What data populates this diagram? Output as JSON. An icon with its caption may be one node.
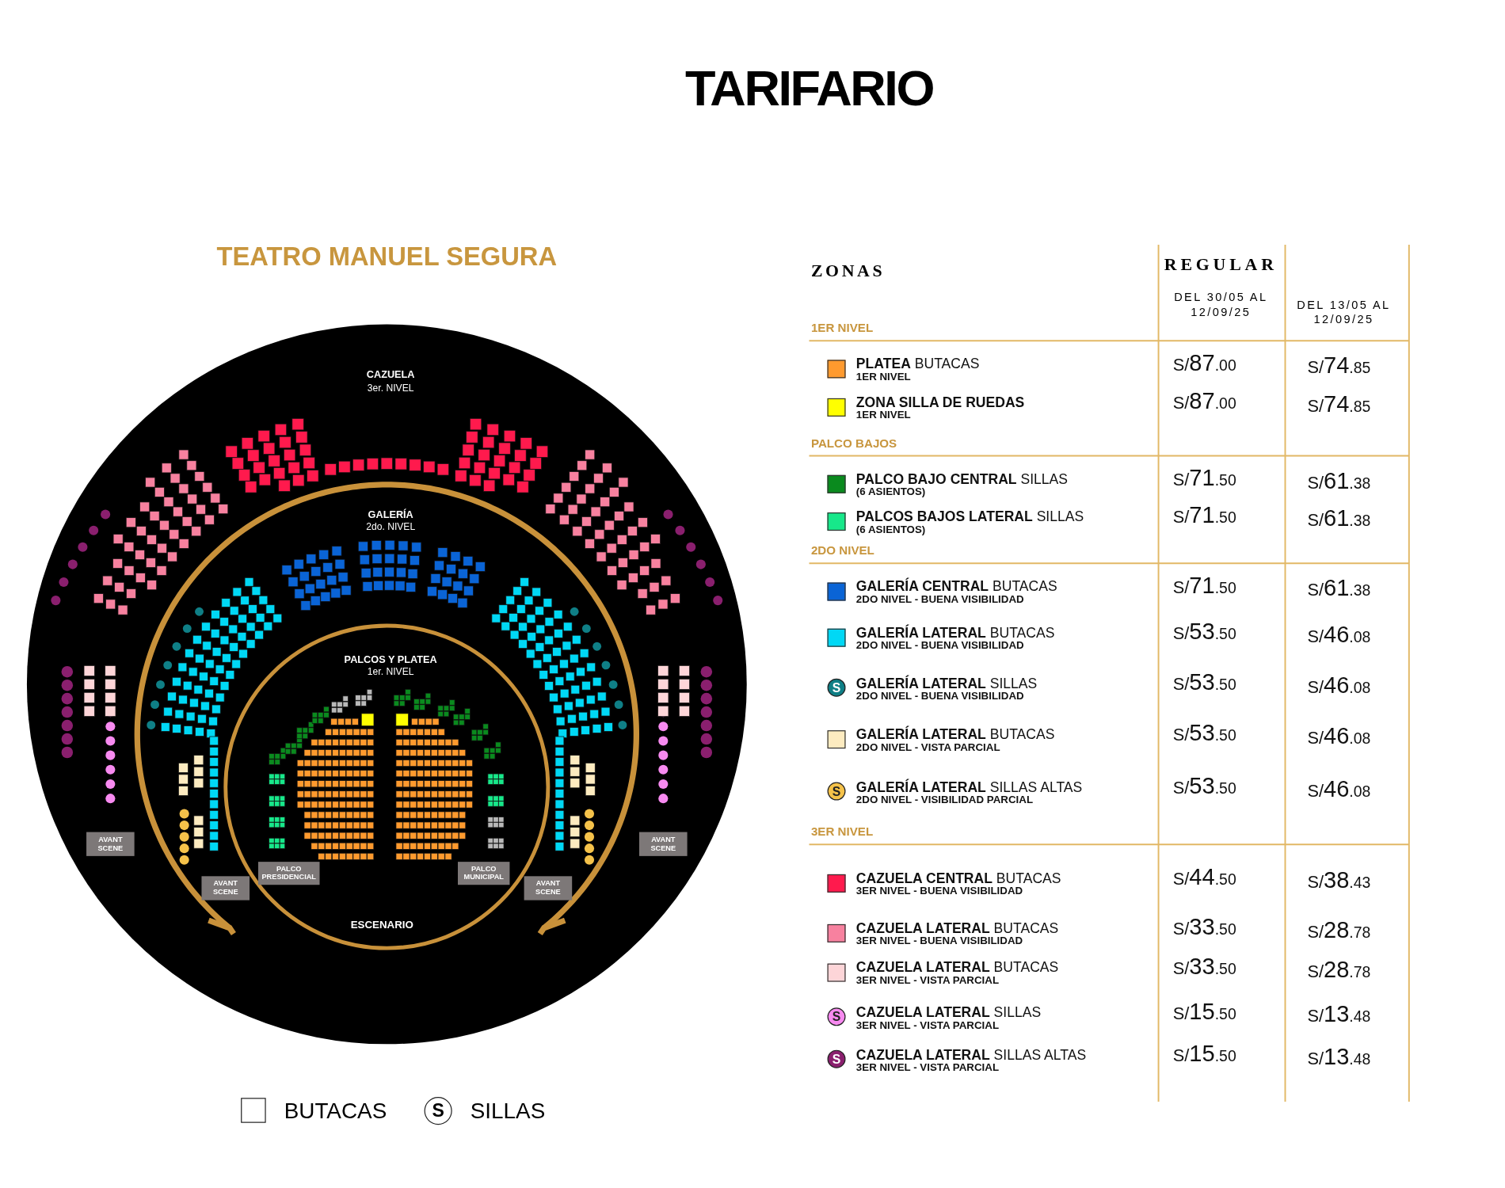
{
  "diagram": {
    "title": "TARIFARIO",
    "nodes": [
      {
        "text": [
          "AVANT SCENE"
        ]
      },
      {
        "text": [
          "AVANT SCENE"
        ]
      },
      {
        "text": [
          "PALCO PRESIDENCIAL"
        ]
      },
      {
        "text": [
          "PALCO MUNICIPAL"
        ]
      },
      {
        "text": [
          "AVANT SCENE"
        ]
      },
      {
        "text": [
          "AVANT SCENE"
        ]
      }
    ],
    "labels": [
      "TEATRO MANUEL SEGURA",
      "CAZUELA",
      "3er. NIVEL",
      "GALERÍA",
      "2do. NIVEL",
      "PALCOS Y PLATEA",
      "1er. NIVEL",
      "ESCENARIO",
      "ZONAS",
      "REGULAR",
      "DEL 30/05 AL 12/09/25",
      "DEL 13/05 AL 12/09/25",
      "1ER NIVEL",
      "**PLATEA** BUTACAS",
      "1ER NIVEL",
      "S/87.00",
      "S/74.85",
      "**ZONA SILLA DE RUEDAS**",
      "1ER NIVEL",
      "S/87.00",
      "S/74.85",
      "PALCO BAJOS",
      "**PALCO BAJO CENTRAL** SILLAS",
      "(6 ASIENTOS)",
      "S/71.50",
      "S/61.38",
      "**PALCOS BAJOS LATERAL** SILLAS",
      "(6 ASIENTOS)",
      "S/71.50",
      "S/61.38",
      "2DO NIVEL",
      "**GALERÍA CENTRAL** BUTACAS",
      "2DO NIVEL - BUENA VISIBILIDAD",
      "S/71.50",
      "S/61.38",
      "**GALERÍA LATERAL** BUTACAS",
      "2DO NIVEL - BUENA VISIBILIDAD",
      "S/53.50",
      "S/46.08",
      "S",
      "**GALERÍA LATERAL** SILLAS",
      "2DO NIVEL - BUENA VISIBILIDAD",
      "S/53.50",
      "S/46.08",
      "**GALERÍA LATERAL** BUTACAS",
      "2DO NIVEL - VISTA PARCIAL",
      "S/53.50",
      "S/46.08",
      "S",
      "**GALERÍA LATERAL** SILLAS ALTAS",
      "2DO NIVEL - VISIBILIDAD PARCIAL",
      "S/53.50",
      "S/46.08",
      "3ER NIVEL",
      "**CAZUELA CENTRAL** BUTACAS",
      "3ER NIVEL - BUENA VISIBILIDAD",
      "S/44.50",
      "S/38.43",
      "**CAZUELA LATERAL** BUTACAS",
      "3ER NIVEL - BUENA VISIBILIDAD",
      "S/33.50",
      "S/28.78",
      "**CAZUELA LATERAL** BUTACAS",
      "3ER NIVEL - VISTA PARCIAL",
      "S/33.50",
      "S/28.78",
      "S",
      "**CAZUELA LATERAL** SILLAS",
      "3ER NIVEL - VISTA PARCIAL",
      "S/15.50",
      "S/13.48",
      "S",
      "**CAZUELA LATERAL** SILLAS ALTAS",
      "3ER NIVEL - VISTA PARCIAL",
      "S/15.50",
      "S/13.48",
      "S"
    ],
    "legend": [
      {
        "text": "BUTACAS"
      },
      {
        "text": "SILLAS"
      }
    ]
  }
}
